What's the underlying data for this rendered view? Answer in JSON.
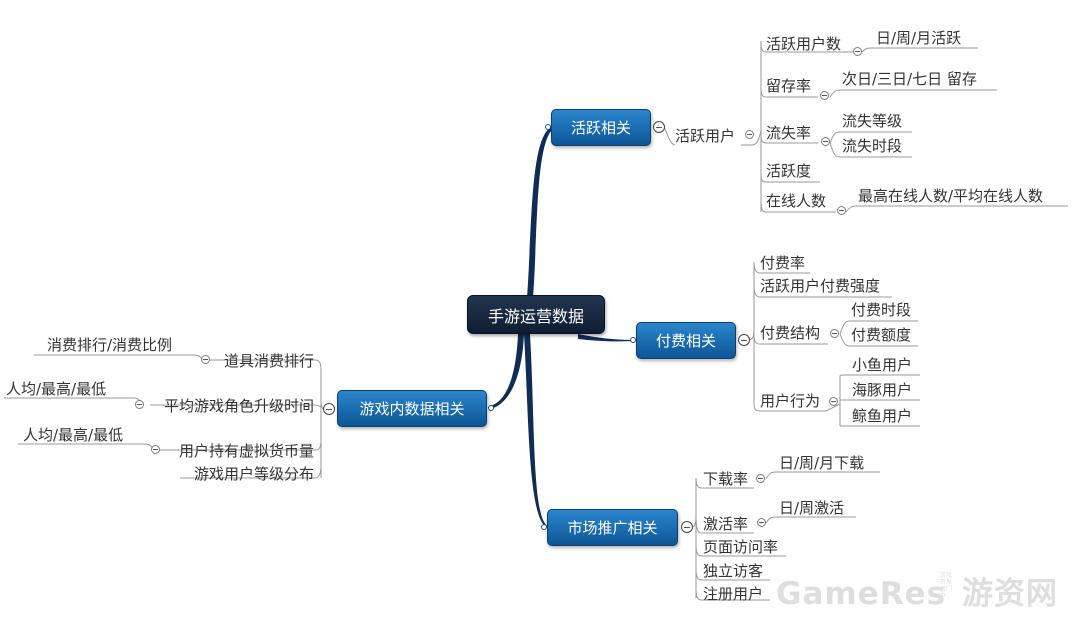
{
  "diagram": {
    "central": "手游运营数据",
    "branches": {
      "active": {
        "label": "活跃相关",
        "child": "活跃用户",
        "items": {
          "dau": {
            "label": "活跃用户数",
            "detail": "日/周/月活跃"
          },
          "retention": {
            "label": "留存率",
            "detail": "次日/三日/七日 留存"
          },
          "churn": {
            "label": "流失率",
            "details": [
              "流失等级",
              "流失时段"
            ]
          },
          "activity": {
            "label": "活跃度"
          },
          "online": {
            "label": "在线人数",
            "detail": "最高在线人数/平均在线人数"
          }
        }
      },
      "pay": {
        "label": "付费相关",
        "items": {
          "rate": "付费率",
          "arppu": "活跃用户付费强度",
          "structure": {
            "label": "付费结构",
            "details": [
              "付费时段",
              "付费额度"
            ]
          },
          "behavior": {
            "label": "用户行为",
            "details": [
              "小鱼用户",
              "海豚用户",
              "鲸鱼用户"
            ]
          }
        }
      },
      "market": {
        "label": "市场推广相关",
        "items": {
          "download": {
            "label": "下载率",
            "detail": "日/周/月下载"
          },
          "activation": {
            "label": "激活率",
            "detail": "日/周激活"
          },
          "pageview": "页面访问率",
          "uv": "独立访客",
          "register": "注册用户"
        }
      },
      "ingame": {
        "label": "游戏内数据相关",
        "items": {
          "item_rank": {
            "label": "道具消费排行",
            "detail": "消费排行/消费比例"
          },
          "levelup": {
            "label": "平均游戏角色升级时间",
            "detail": "人均/最高/最低"
          },
          "currency": {
            "label": "用户持有虚拟货币量",
            "detail": "人均/最高/最低"
          },
          "level_dist": {
            "label": "游戏用户等级分布"
          }
        }
      }
    }
  },
  "watermark": {
    "text": "GameRes",
    "brand": "游资网",
    "small": "游戏开发者门户"
  },
  "colors": {
    "trunk": "#0f2c55",
    "central_bg": "#1a2b44",
    "main_bg": "#1f6fb4",
    "line": "#9a9a9a"
  }
}
